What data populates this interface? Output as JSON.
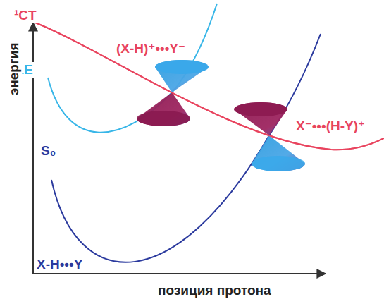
{
  "diagram": {
    "labels": [
      "¹CT",
      "(X-H)⁺•••Y⁻",
      "¹LE",
      "X⁻•••(H-Y)⁺",
      "S₀",
      "X-H•••Y",
      "энергия",
      "позиция протона"
    ]
  }
}
